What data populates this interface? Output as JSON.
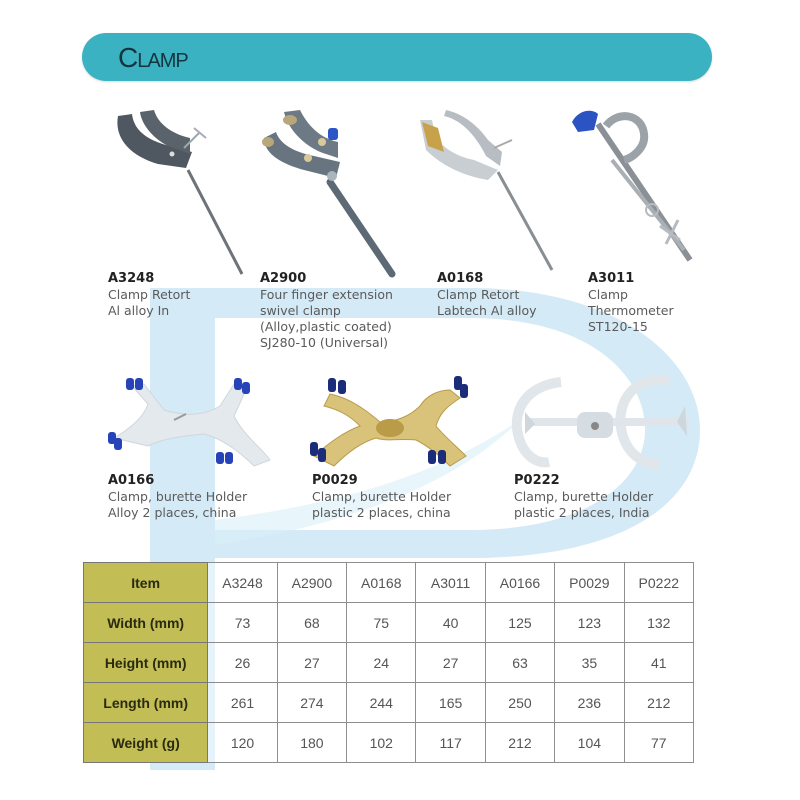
{
  "header": {
    "title": "Clamp",
    "color": "#3ab2c2"
  },
  "watermark": {
    "shape": "letter-P-logo",
    "color": "#cfe8f5"
  },
  "products": [
    {
      "code": "A3248",
      "lines": [
        "Clamp Retort",
        "Al alloy In"
      ],
      "icon": "retort-clamp-icon"
    },
    {
      "code": "A2900",
      "lines": [
        "Four finger extension",
        "swivel clamp",
        "(Alloy,plastic coated)",
        "SJ280-10 (Universal)"
      ],
      "icon": "four-finger-clamp-icon"
    },
    {
      "code": "A0168",
      "lines": [
        "Clamp Retort",
        "Labtech Al alloy"
      ],
      "icon": "retort-clamp-icon"
    },
    {
      "code": "A3011",
      "lines": [
        "Clamp",
        "Thermometer",
        "ST120-15"
      ],
      "icon": "thermometer-clamp-icon"
    },
    {
      "code": "A0166",
      "lines": [
        "Clamp, burette Holder",
        "Alloy 2 places, china"
      ],
      "icon": "burette-holder-icon"
    },
    {
      "code": "P0029",
      "lines": [
        "Clamp, burette Holder",
        "plastic 2 places, china"
      ],
      "icon": "burette-holder-icon"
    },
    {
      "code": "P0222",
      "lines": [
        "Clamp, burette Holder",
        "plastic 2 places, India"
      ],
      "icon": "burette-holder-icon"
    }
  ],
  "table": {
    "header_color": "#c2bd55",
    "columns": [
      "Item",
      "A3248",
      "A2900",
      "A0168",
      "A3011",
      "A0166",
      "P0029",
      "P0222"
    ],
    "rows": [
      {
        "label": "Width (mm)",
        "values": [
          "73",
          "68",
          "75",
          "40",
          "125",
          "123",
          "132"
        ]
      },
      {
        "label": "Height (mm)",
        "values": [
          "26",
          "27",
          "24",
          "27",
          "63",
          "35",
          "41"
        ]
      },
      {
        "label": "Length (mm)",
        "values": [
          "261",
          "274",
          "244",
          "165",
          "250",
          "236",
          "212"
        ]
      },
      {
        "label": "Weight (g)",
        "values": [
          "120",
          "180",
          "102",
          "117",
          "212",
          "104",
          "77"
        ]
      }
    ]
  }
}
